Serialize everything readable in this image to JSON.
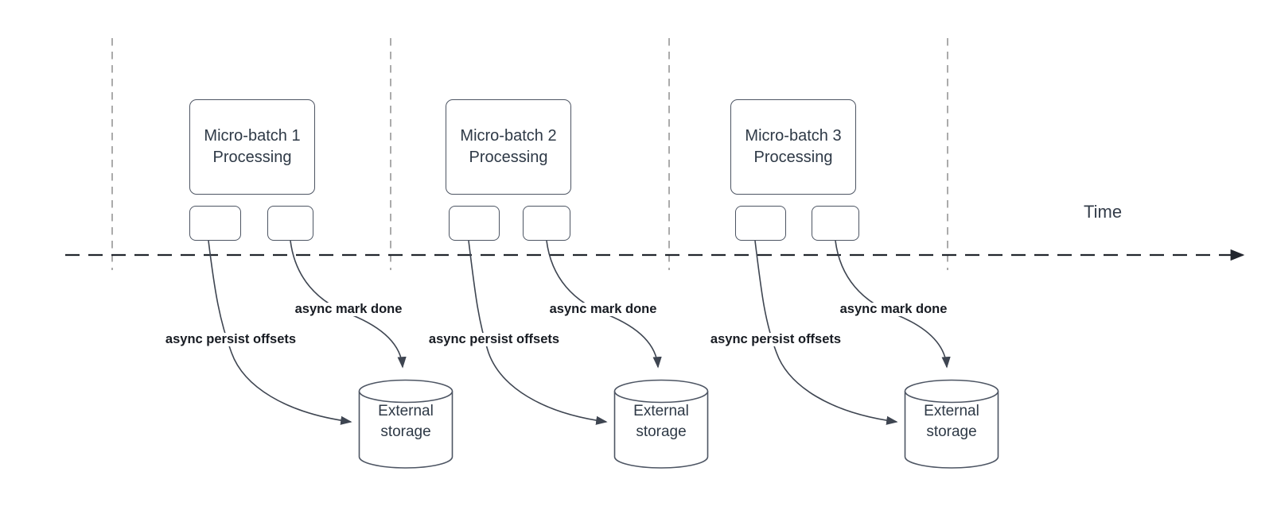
{
  "diagram": {
    "time_label": "Time",
    "groups": [
      {
        "title_lines": [
          "Micro-batch 1",
          "Processing"
        ],
        "persist_label": "async persist offsets",
        "mark_done_label": "async mark done",
        "storage_lines": [
          "External",
          "storage"
        ]
      },
      {
        "title_lines": [
          "Micro-batch 2",
          "Processing"
        ],
        "persist_label": "async persist offsets",
        "mark_done_label": "async mark done",
        "storage_lines": [
          "External",
          "storage"
        ]
      },
      {
        "title_lines": [
          "Micro-batch 3",
          "Processing"
        ],
        "persist_label": "async persist offsets",
        "mark_done_label": "async mark done",
        "storage_lines": [
          "External",
          "storage"
        ]
      }
    ],
    "colors": {
      "shape_border": "#4d5563",
      "curve_stroke": "#3e4551",
      "time_axis": "#22262e",
      "guide_line": "#ababab",
      "shape_text": "#2e3946",
      "label_text": "#171b22",
      "background": "#ffffff"
    }
  }
}
